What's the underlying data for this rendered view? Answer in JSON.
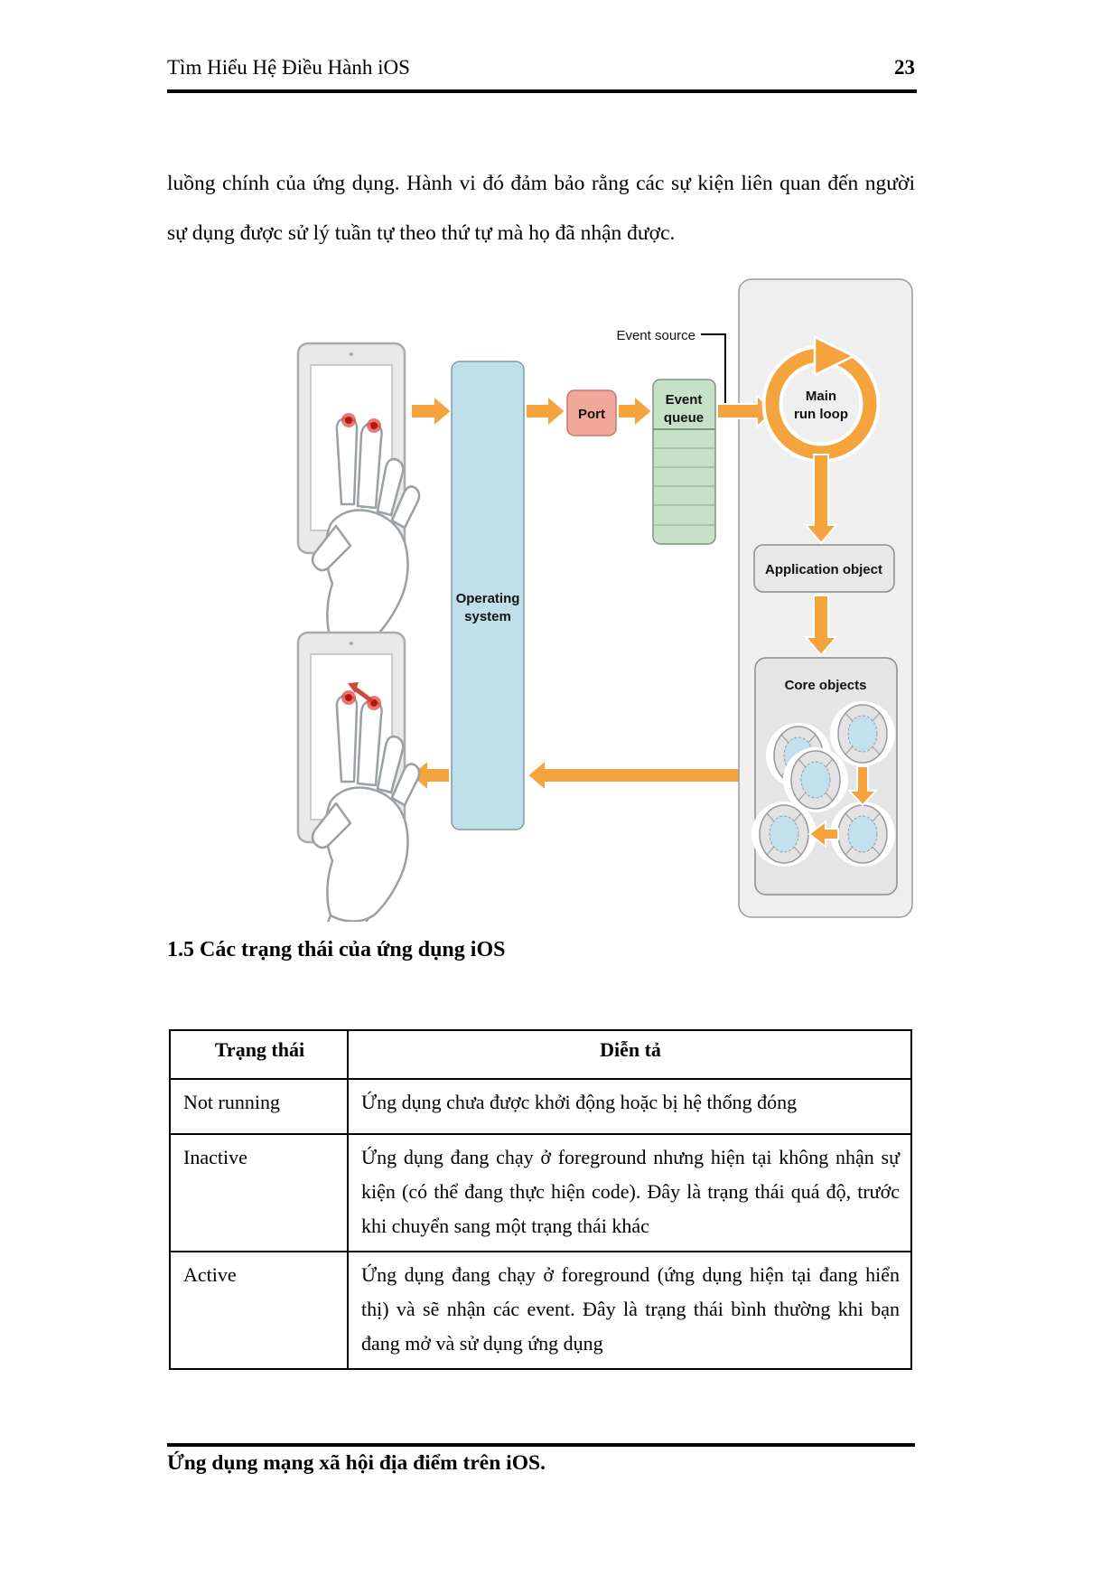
{
  "page": {
    "title": "Tìm Hiểu Hệ Điều Hành iOS",
    "page_number": "23"
  },
  "paragraph": {
    "line1": "luồng chính của ứng dụng. Hành vi đó đảm bảo rằng các sự kiện liên quan đến người",
    "line2": "sự dụng được sử lý tuần tự theo thứ tự mà họ đã nhận được."
  },
  "diagram": {
    "event_source_label": "Event source",
    "port_label": "Port",
    "event_queue_line1": "Event",
    "event_queue_line2": "queue",
    "operating_system_line1": "Operating",
    "operating_system_line2": "system",
    "main_run_loop_line1": "Main",
    "main_run_loop_line2": "run loop",
    "application_object_label": "Application object",
    "core_objects_label": "Core objects",
    "colors": {
      "arrow_orange": "#F5A33C",
      "os_box_blue": "#BFE0EA",
      "port_salmon": "#F2A79A",
      "queue_green": "#C7E1C8",
      "panel_gray": "#EFEFEF",
      "ring_center_blue": "#C2E0EE",
      "touch_red": "#CC2B24"
    }
  },
  "section_heading": "1.5 Các trạng thái của ứng dụng iOS",
  "table": {
    "header": {
      "state": "Trạng thái",
      "description": "Diễn tả"
    },
    "rows": [
      {
        "state": "Not running",
        "description": "Ứng dụng chưa được khởi động hoặc bị hệ thống đóng"
      },
      {
        "state": "Inactive",
        "description": "Ứng dụng đang chạy ở foreground nhưng hiện tại không nhận sự kiện (có thể đang thực hiện code). Đây là trạng thái quá độ, trước khi chuyển sang một trạng thái khác"
      },
      {
        "state": "Active",
        "description": "Ứng dụng đang chạy ở foreground (ứng dụng hiện tại đang hiển thị) và sẽ nhận các event. Đây là trạng thái bình thường khi bạn đang mở và sử dụng ứng dụng"
      }
    ]
  },
  "footer": {
    "note": "Ứng dụng mạng xã hội địa điểm trên iOS."
  }
}
